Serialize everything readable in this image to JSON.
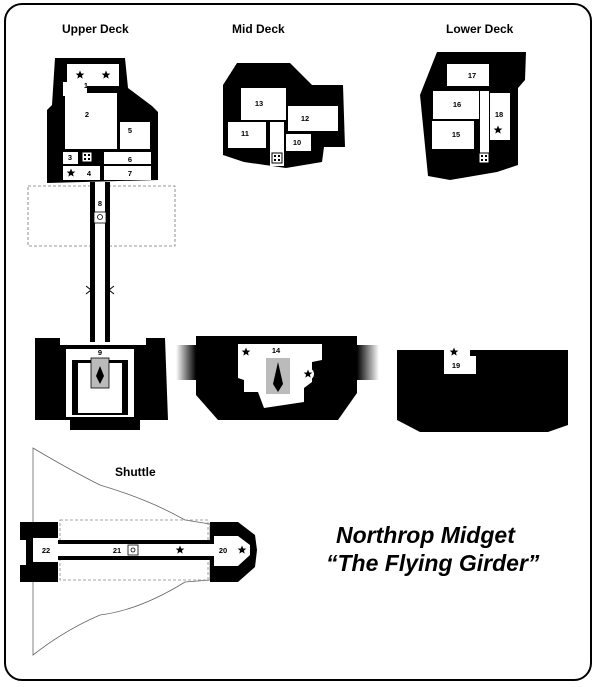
{
  "decks": {
    "upper": "Upper Deck",
    "mid": "Mid Deck",
    "lower": "Lower Deck",
    "shuttle": "Shuttle"
  },
  "title": {
    "line1": "Northrop Midget",
    "line2": "“The Flying Girder”"
  },
  "rooms": {
    "r1": "1",
    "r2": "2",
    "r3": "3",
    "r4": "4",
    "r5": "5",
    "r6": "6",
    "r7": "7",
    "r8": "8",
    "r9": "9",
    "r10": "10",
    "r11": "11",
    "r12": "12",
    "r13": "13",
    "r14": "14",
    "r15": "15",
    "r16": "16",
    "r17": "17",
    "r18": "18",
    "r19": "19",
    "r20": "20",
    "r21": "21",
    "r22": "22"
  },
  "icons": [
    "star-icon",
    "console-icon",
    "turbolift-icon",
    "starship-icon"
  ],
  "colors": {
    "ink": "#000000",
    "paper": "#ffffff",
    "shade": "#bbbbbb"
  }
}
